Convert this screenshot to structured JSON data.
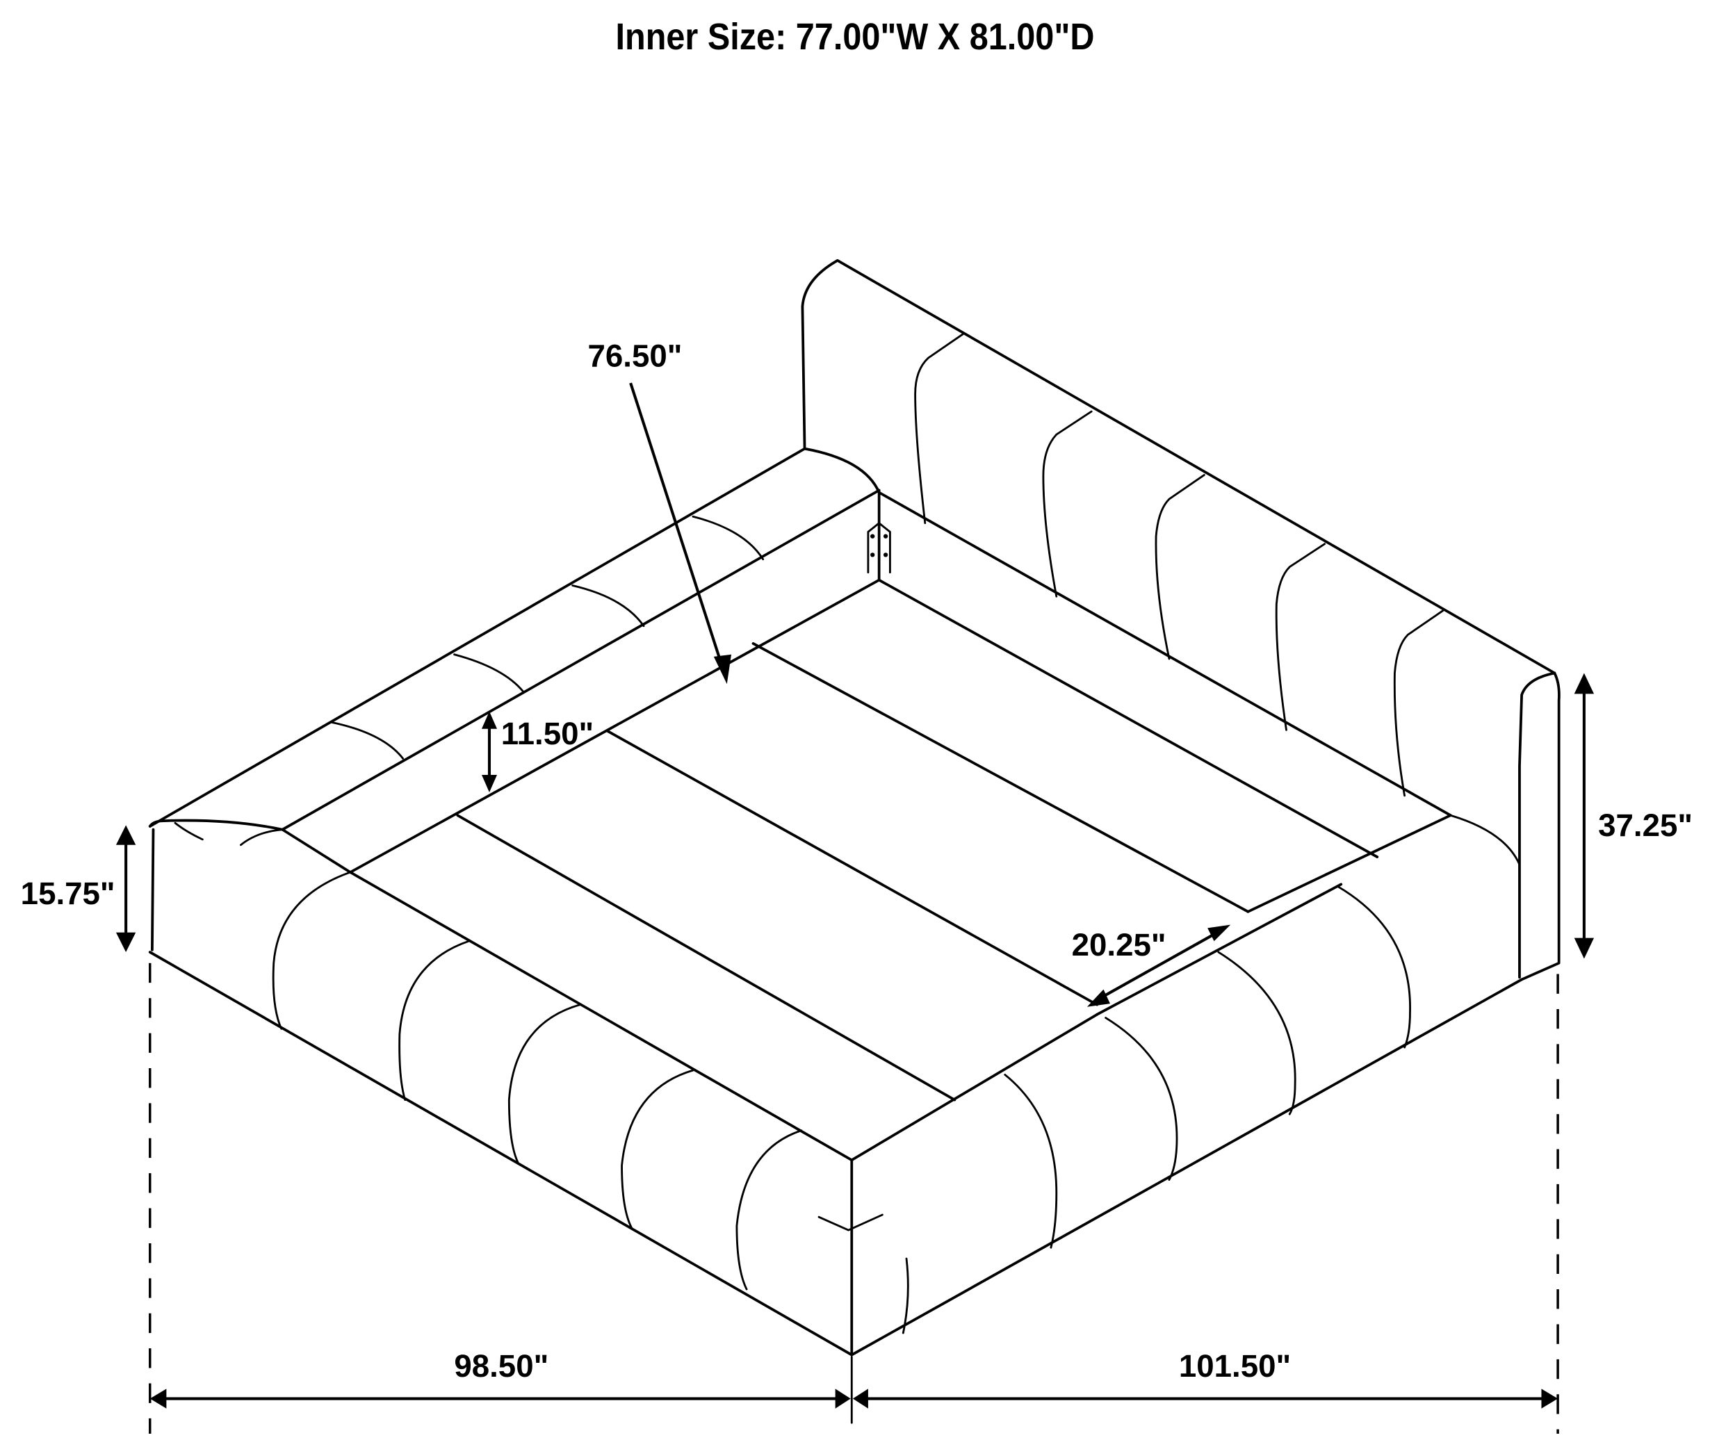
{
  "title": "Inner Size: 77.00\"W X 81.00\"D",
  "dimensions": {
    "mattress_length": "76.50\"",
    "platform_height": "11.50\"",
    "side_rail_height": "15.75\"",
    "headboard_height": "37.25\"",
    "footboard_width": "20.25\"",
    "overall_width": "98.50\"",
    "overall_length": "101.50\""
  },
  "colors": {
    "line": "#000000",
    "background": "#ffffff"
  }
}
